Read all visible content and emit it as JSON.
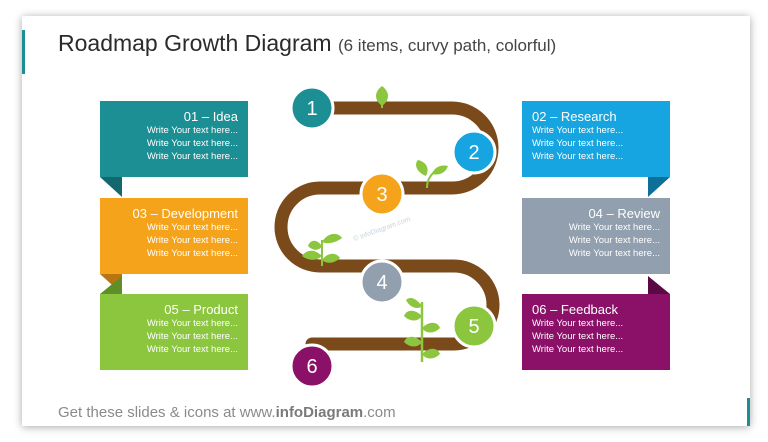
{
  "title": {
    "main": "Roadmap Growth Diagram",
    "sub": "(6 items, curvy path, colorful)"
  },
  "footer": {
    "prefix": "Get these slides & icons at www.",
    "brand": "infoDiagram",
    "suffix": ".com"
  },
  "watermark": "© infoDiagram.com",
  "colors": {
    "path": "#7b4a1b",
    "idea": "#1b8f94",
    "research": "#16a5e0",
    "development": "#f5a31a",
    "review": "#919fae",
    "product": "#8cc63e",
    "feedback": "#8b1168",
    "plant": "#8cc63e"
  },
  "steps": [
    {
      "number": "1",
      "heading": "01 – Idea",
      "lines": [
        "Write Your text here...",
        "Write Your text here...",
        "Write Your text here..."
      ]
    },
    {
      "number": "2",
      "heading": "02 – Research",
      "lines": [
        "Write Your text here...",
        "Write Your text here...",
        "Write Your text here..."
      ]
    },
    {
      "number": "3",
      "heading": "03 – Development",
      "lines": [
        "Write Your text here...",
        "Write Your text here...",
        "Write Your text here..."
      ]
    },
    {
      "number": "4",
      "heading": "04 – Review",
      "lines": [
        "Write Your text here...",
        "Write Your text here...",
        "Write Your text here..."
      ]
    },
    {
      "number": "5",
      "heading": "05 – Product",
      "lines": [
        "Write Your text here...",
        "Write Your text here...",
        "Write Your text here..."
      ]
    },
    {
      "number": "6",
      "heading": "06 – Feedback",
      "lines": [
        "Write Your text here...",
        "Write Your text here...",
        "Write Your text here..."
      ]
    }
  ]
}
